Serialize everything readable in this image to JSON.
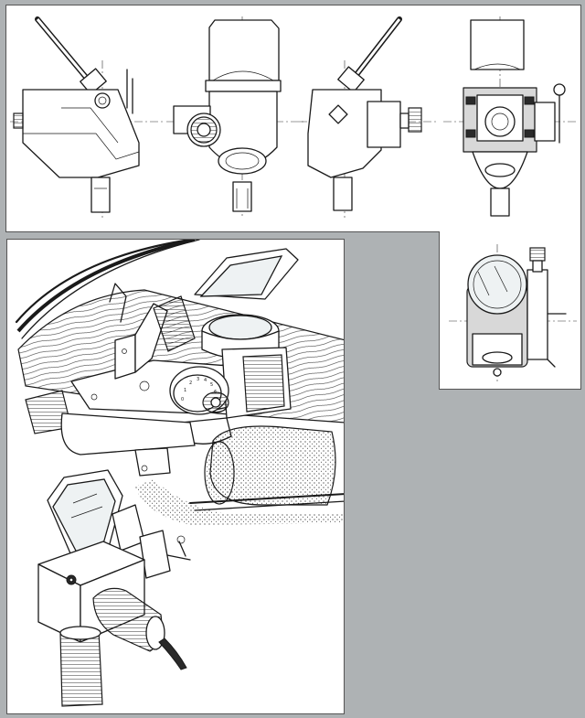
{
  "figure": {
    "description_free": true,
    "views": [
      "side-view-left",
      "front-view",
      "side-view-right",
      "rear-view",
      "top-view",
      "perspective-installed",
      "perspective-detail"
    ],
    "dial_marks": [
      "0",
      "1",
      "2",
      "3",
      "4",
      "5",
      "6"
    ],
    "colors": {
      "page_background": "#aeb2b4",
      "panel_background": "#ffffff",
      "ink": "#1a1a1a"
    }
  }
}
